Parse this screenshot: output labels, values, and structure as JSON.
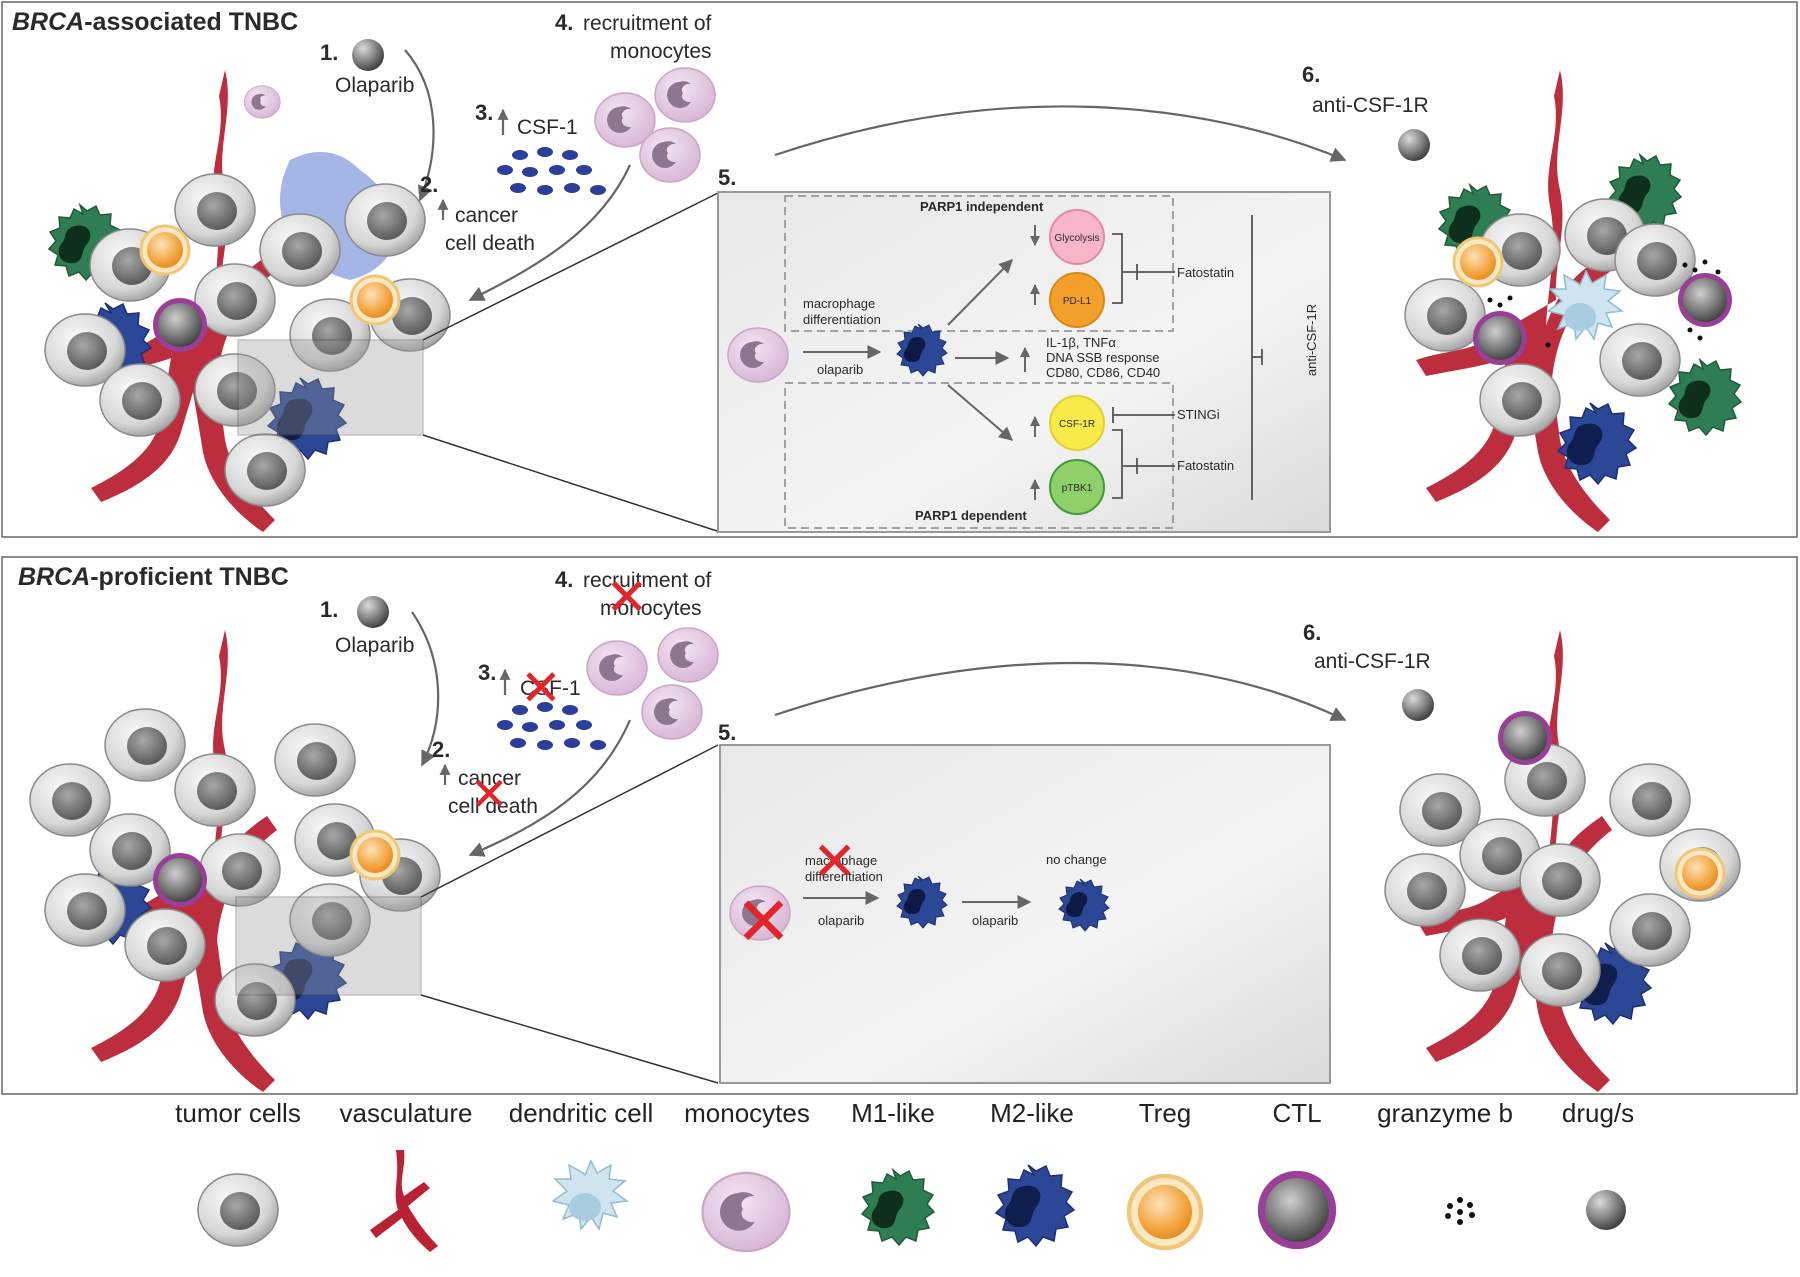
{
  "panels": [
    {
      "title_italic": "BRCA",
      "title_rest": "-associated TNBC",
      "step1": {
        "num": "1.",
        "label": "Olaparib"
      },
      "step2": {
        "num": "2.",
        "line1": "cancer",
        "line2": "cell death"
      },
      "step3": {
        "num": "3.",
        "label": "CSF-1"
      },
      "step4": {
        "num": "4.",
        "line1": "recruitment of",
        "line2": "monocytes"
      },
      "step5": {
        "num": "5."
      },
      "step6": {
        "num": "6.",
        "label": "anti-CSF-1R"
      },
      "zoom": {
        "parp1_independent": "PARP1 independent",
        "parp1_dependent": "PARP1 dependent",
        "macrophage_line1": "macrophage",
        "macrophage_line2": "differentiation",
        "olaparib": "olaparib",
        "glycolysis": "Glycolysis",
        "pdl1": "PD-L1",
        "csf1r": "CSF-1R",
        "ptbk1": "pTBK1",
        "fatostatin_top": "Fatostatin",
        "fatostatin_bottom": "Fatostatin",
        "stingi": "STINGi",
        "anti_csf1r": "anti-CSF-1R",
        "mid_line1": "IL-1β, TNFα",
        "mid_line2": "DNA SSB response",
        "mid_line3": "CD80, CD86, CD40"
      }
    },
    {
      "title_italic": "BRCA",
      "title_rest": "-proficient TNBC",
      "step1": {
        "num": "1.",
        "label": "Olaparib"
      },
      "step2": {
        "num": "2.",
        "line1": "cancer",
        "line2": "cell death"
      },
      "step3": {
        "num": "3.",
        "label": "CSF-1"
      },
      "step4": {
        "num": "4.",
        "line1": "recruitment of",
        "line2": "monocytes"
      },
      "step5": {
        "num": "5."
      },
      "step6": {
        "num": "6.",
        "label": "anti-CSF-1R"
      },
      "zoom": {
        "macrophage_line1": "macrophage",
        "macrophage_line2": "differentiation",
        "olaparib_1": "olaparib",
        "olaparib_2": "olaparib",
        "no_change": "no change"
      }
    }
  ],
  "legend": [
    "tumor cells",
    "vasculature",
    "dendritic cell",
    "monocytes",
    "M1-like",
    "M2-like",
    "Treg",
    "CTL",
    "granzyme b",
    "drug/s"
  ],
  "colors": {
    "vessel": "#b8222f",
    "tumor_cell": "#d9d9d9",
    "tumor_nucleus": "#7a7a7a",
    "monocyte": "#e2c8e0",
    "m1": "#2f7a4f",
    "m2": "#2a3f8f",
    "treg": "#f0a030",
    "ctl_ring": "#a43c9c",
    "csf1_dots": "#2b3f9a",
    "red_x": "#e0262a",
    "box_fill": "#e4e4e4"
  }
}
